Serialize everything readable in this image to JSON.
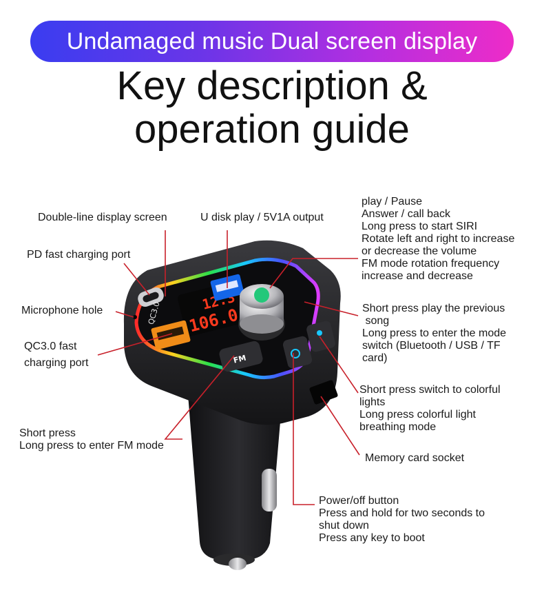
{
  "banner": {
    "text": "Undamaged music Dual screen display"
  },
  "headline": {
    "line1": "Key description &",
    "line2": "operation guide"
  },
  "device": {
    "display_top": "12.3",
    "display_bottom": "106.0",
    "qc_label": "QC3.0",
    "fm_label": "FM"
  },
  "labels": {
    "double_line": "Double-line display screen",
    "u_disk": "U disk play / 5V1A output",
    "knob": [
      "play / Pause",
      "Answer / call back",
      "Long press to start SIRI",
      "Rotate left and right to increase",
      "or decrease the volume",
      "FM mode rotation frequency",
      "increase and decrease"
    ],
    "pd_port": "PD fast charging port",
    "mic_hole": "Microphone hole",
    "qc_port": [
      "QC3.0 fast",
      "charging port"
    ],
    "prev_mode": [
      "Short press play the previous",
      " song",
      "Long press to enter the mode",
      "switch (Bluetooth / USB / TF",
      "card)"
    ],
    "light": [
      "Short press switch to colorful",
      "lights",
      "Long press colorful light",
      "breathing mode"
    ],
    "memory": "Memory card socket",
    "fm_button": [
      "Short press",
      "Long press to enter FM mode"
    ],
    "power": [
      "Power/off button",
      "Press and hold for two seconds to",
      "shut down",
      "Press any key to boot"
    ]
  },
  "colors": {
    "banner_start": "#3a3df0",
    "banner_end": "#ee2cc8",
    "callout_line": "#c8202a",
    "display_digits": "#ff3a1e",
    "body": "#1f1f22"
  }
}
